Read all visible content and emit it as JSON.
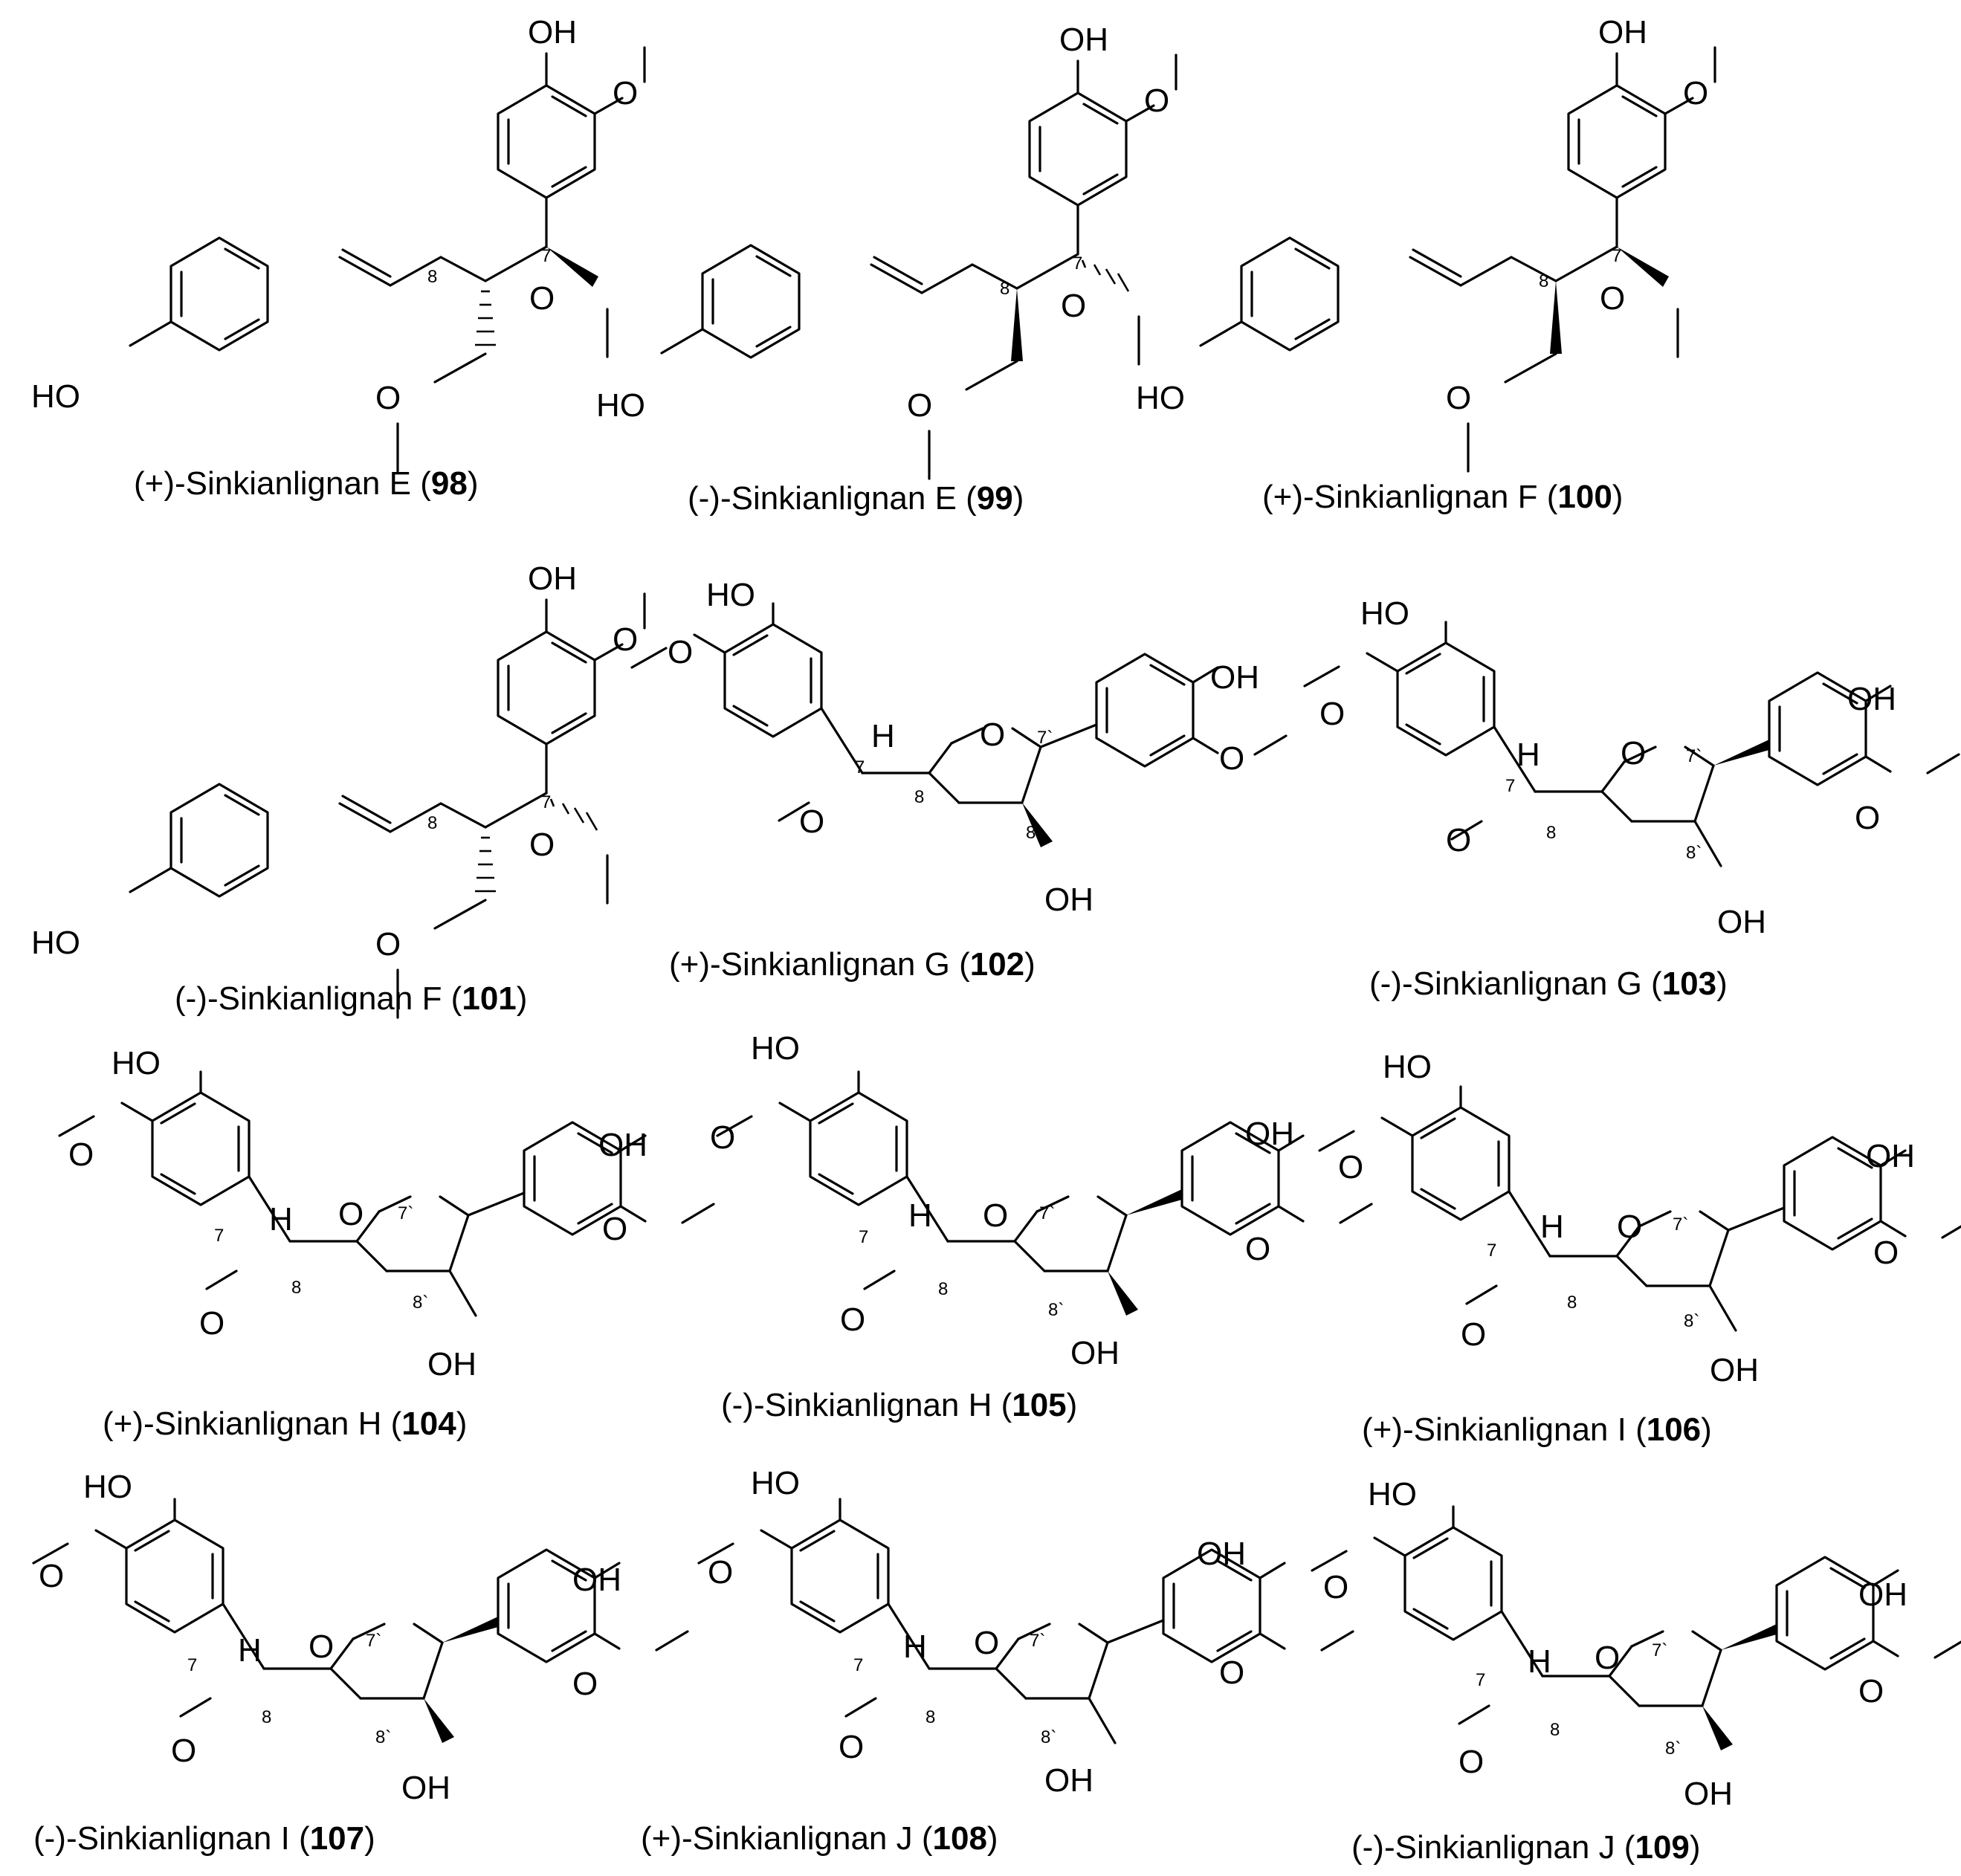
{
  "labels": {
    "hydroxyl": "OH",
    "hydroxyl_left": "HO",
    "oxygen": "O",
    "hydrogen": "H",
    "pos_7": "7",
    "pos_8": "8",
    "pos_7p": "7`",
    "pos_8p": "8`"
  },
  "compounds": [
    {
      "prefix": "(+)-Sinkianlignan E (",
      "number": "98",
      "suffix": ")",
      "type": "open"
    },
    {
      "prefix": "(-)-Sinkianlignan E (",
      "number": "99",
      "suffix": ")",
      "type": "open"
    },
    {
      "prefix": "(+)-Sinkianlignan F (",
      "number": "100",
      "suffix": ")",
      "type": "open"
    },
    {
      "prefix": "(-)-Sinkianlignan F (",
      "number": "101",
      "suffix": ")",
      "type": "open"
    },
    {
      "prefix": "(+)-Sinkianlignan G (",
      "number": "102",
      "suffix": ")",
      "type": "furan"
    },
    {
      "prefix": "(-)-Sinkianlignan G (",
      "number": "103",
      "suffix": ")",
      "type": "furan"
    },
    {
      "prefix": "(+)-Sinkianlignan H (",
      "number": "104",
      "suffix": ")",
      "type": "furan"
    },
    {
      "prefix": "(-)-Sinkianlignan H (",
      "number": "105",
      "suffix": ")",
      "type": "furan"
    },
    {
      "prefix": "(+)-Sinkianlignan I (",
      "number": "106",
      "suffix": ")",
      "type": "furan"
    },
    {
      "prefix": "(-)-Sinkianlignan I (",
      "number": "107",
      "suffix": ")",
      "type": "furan"
    },
    {
      "prefix": "(+)-Sinkianlignan J (",
      "number": "108",
      "suffix": ")",
      "type": "furan"
    },
    {
      "prefix": "(-)-Sinkianlignan J (",
      "number": "109",
      "suffix": ")",
      "type": "furan"
    }
  ]
}
